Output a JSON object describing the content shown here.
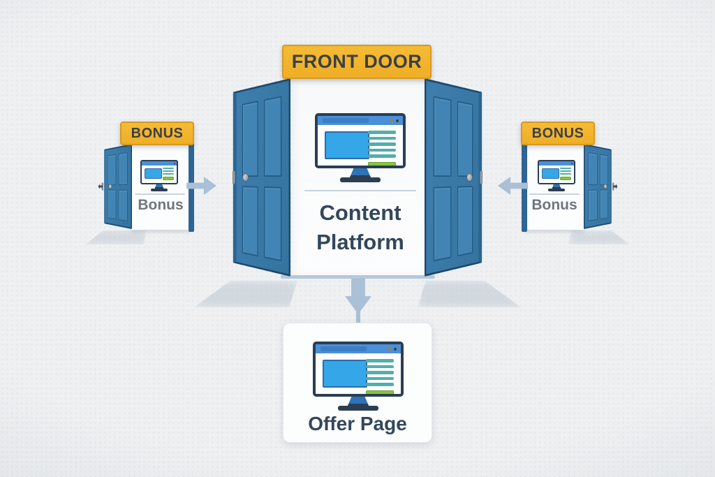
{
  "front_door": {
    "banner_label": "FRONT DOOR",
    "caption": "Content Platform"
  },
  "bonus_left": {
    "banner_label": "BONUS",
    "caption": "Bonus"
  },
  "bonus_right": {
    "banner_label": "BONUS",
    "caption": "Bonus"
  },
  "offer_page": {
    "caption": "Offer Page"
  },
  "icons": {
    "monitor": "browser-monitor-icon",
    "arrow_right": "arrow-right-icon",
    "arrow_left": "arrow-left-icon",
    "arrow_down": "arrow-down-icon",
    "door_knob": "door-knob-icon",
    "door_key": "door-key-icon"
  },
  "colors": {
    "background": "#EEF0F2",
    "banner_yellow": "#F2B42E",
    "banner_border": "#D7991F",
    "banner_text": "#3B4046",
    "door_blue": "#3879AA",
    "door_panel": "#4285B5",
    "door_outline": "#1D4A70",
    "door_edge": "#2B6492",
    "frame_post": "#2E6594",
    "arrow_blue_gray": "#A9C0D6",
    "floor_line": "#B5C8DA",
    "caption_navy": "#33475B",
    "caption_gray": "#6E7680",
    "monitor_frame": "#2B3E54",
    "browser_bar": "#4A90D8",
    "screen_hero_blue": "#35A7E8",
    "teal_lines": "#53AEAC",
    "green_button": "#85C440"
  }
}
